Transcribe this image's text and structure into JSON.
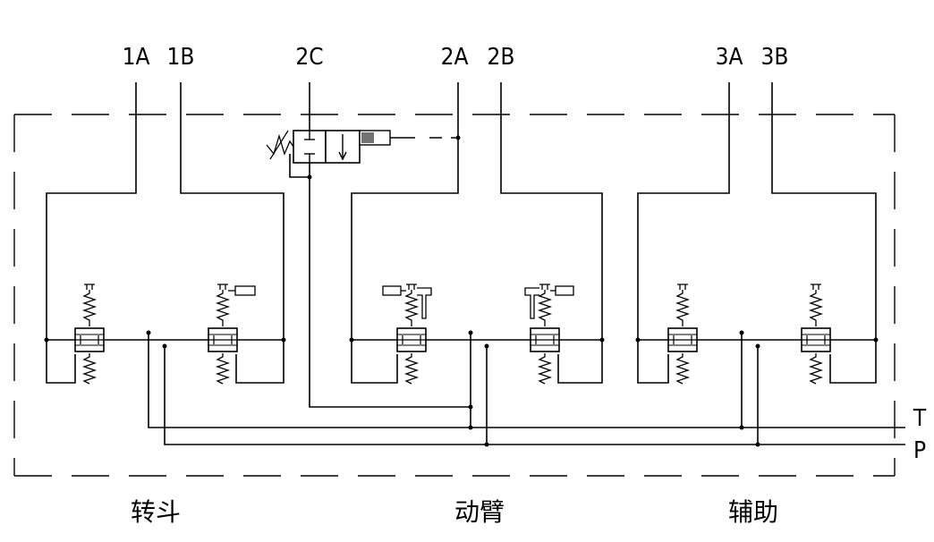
{
  "ports": {
    "p1a": "1A",
    "p1b": "1B",
    "p2c": "2C",
    "p2a": "2A",
    "p2b": "2B",
    "p3a": "3A",
    "p3b": "3B"
  },
  "lines": {
    "t": "T",
    "p": "P"
  },
  "sections": {
    "s1": "转斗",
    "s2": "动臂",
    "s3": "辅助"
  }
}
